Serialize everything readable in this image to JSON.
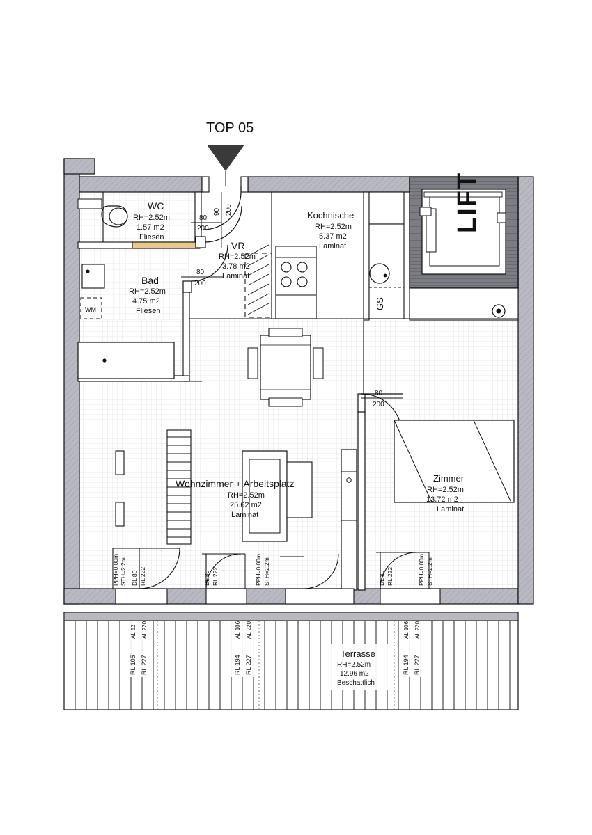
{
  "document": {
    "type": "architectural-floor-plan",
    "unit_title": "TOP 05",
    "marker": "down-triangle-pointer"
  },
  "rooms": [
    {
      "id": "wc",
      "name": "WC",
      "ceiling_height": "RH=2.52m",
      "area": "1.57 m2",
      "floor": "Fliesen"
    },
    {
      "id": "bad",
      "name": "Bad",
      "ceiling_height": "RH=2.52m",
      "area": "4.75 m2",
      "floor": "Fliesen"
    },
    {
      "id": "vr",
      "name": "VR",
      "ceiling_height": "RH=2.52m",
      "area": "3.78 m2",
      "floor": "Laminat"
    },
    {
      "id": "kochnische",
      "name": "Kochnische",
      "ceiling_height": "RH=2.52m",
      "area": "5.37 m2",
      "floor": "Laminat"
    },
    {
      "id": "wohnzimmer",
      "name": "Wohnzimmer + Arbeitsplatz",
      "ceiling_height": "RH=2.52m",
      "area": "25.62 m2",
      "floor": "Laminat"
    },
    {
      "id": "zimmer",
      "name": "Zimmer",
      "ceiling_height": "RH=2.52m",
      "area": "13.72 m2",
      "floor": "Laminat"
    },
    {
      "id": "terrasse",
      "name": "Terrasse",
      "ceiling_height": "RH=2.52m",
      "area": "12.96 m2",
      "floor": "Beschattlich"
    }
  ],
  "fixtures": {
    "lift_label": "LIFT",
    "dishwasher_label": "GS",
    "washing_machine_label": "WM",
    "stove_symbol": "✳"
  },
  "door_dimensions": [
    {
      "id": "entry-door",
      "width": "90",
      "height": "200"
    },
    {
      "id": "wc-door",
      "width": "80",
      "height": "200"
    },
    {
      "id": "bad-door",
      "width": "80",
      "height": "200"
    },
    {
      "id": "zimmer-door",
      "width": "80",
      "height": "200"
    }
  ],
  "window_annotations": [
    {
      "id": "wz-left",
      "line1": "PPH=0.00m",
      "line2": "STH=2.2m",
      "line3": "DL 80",
      "line4": "RL 222"
    },
    {
      "id": "wz-mid",
      "line1": "DL 80",
      "line2": "RL 222"
    },
    {
      "id": "wz-right",
      "line1": "PPH=0.00m",
      "line2": "STH=2.2m"
    },
    {
      "id": "zi-left",
      "line1": "DL 80",
      "line2": "RL 222"
    },
    {
      "id": "zi-right",
      "line1": "PPH=0.00m",
      "line2": "STH=2.2m"
    }
  ],
  "terrace_annotations": [
    {
      "id": "t1",
      "rl": "RL 105",
      "al": "AL 52"
    },
    {
      "id": "t2",
      "rl": "RL 227",
      "al": "AL 220"
    },
    {
      "id": "t3",
      "rl": "RL 194",
      "al": "AL 106"
    },
    {
      "id": "t4",
      "rl": "RL 227",
      "al": "AL 220"
    },
    {
      "id": "t5",
      "rl": "RL 194",
      "al": "AL 106"
    },
    {
      "id": "t6",
      "rl": "RL 227",
      "al": "AL 220"
    }
  ],
  "colors": {
    "wall_fill": "#b9b9c4",
    "wall_stroke": "#111111",
    "room_fill": "#ffffff",
    "hatch": "#c8c8d2",
    "highlight": "#e8c98a",
    "lift_shaft": "#6d6d72",
    "terrace_line": "#222222",
    "paper": "#ffffff"
  }
}
